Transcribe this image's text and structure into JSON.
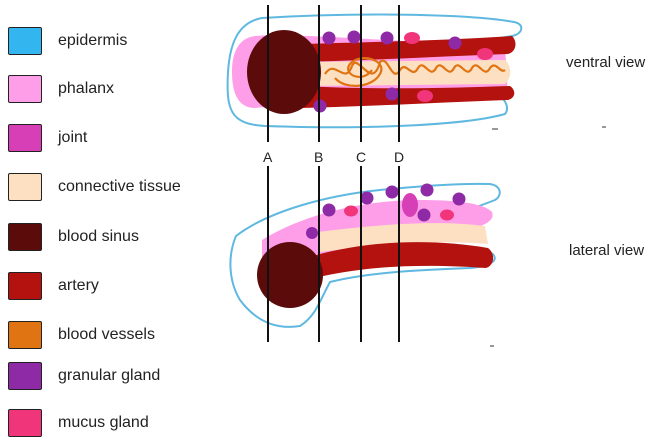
{
  "legend": [
    {
      "label": "epidermis",
      "color": "#33b5f0"
    },
    {
      "label": "phalanx",
      "color": "#ff9ee8"
    },
    {
      "label": "joint",
      "color": "#d63fb5"
    },
    {
      "label": "connective tissue",
      "color": "#fde0c2"
    },
    {
      "label": "blood sinus",
      "color": "#5c0b0b"
    },
    {
      "label": "artery",
      "color": "#b3120e"
    },
    {
      "label": "blood vessels",
      "color": "#e07412"
    },
    {
      "label": "granular gland",
      "color": "#8e2aa6"
    },
    {
      "label": "mucus gland",
      "color": "#f1357b"
    }
  ],
  "views": {
    "ventral": "ventral view",
    "lateral": "lateral view"
  },
  "cuts": [
    "A",
    "B",
    "C",
    "D"
  ],
  "colors": {
    "outline": "#5fb8e0",
    "line": "#111111"
  }
}
